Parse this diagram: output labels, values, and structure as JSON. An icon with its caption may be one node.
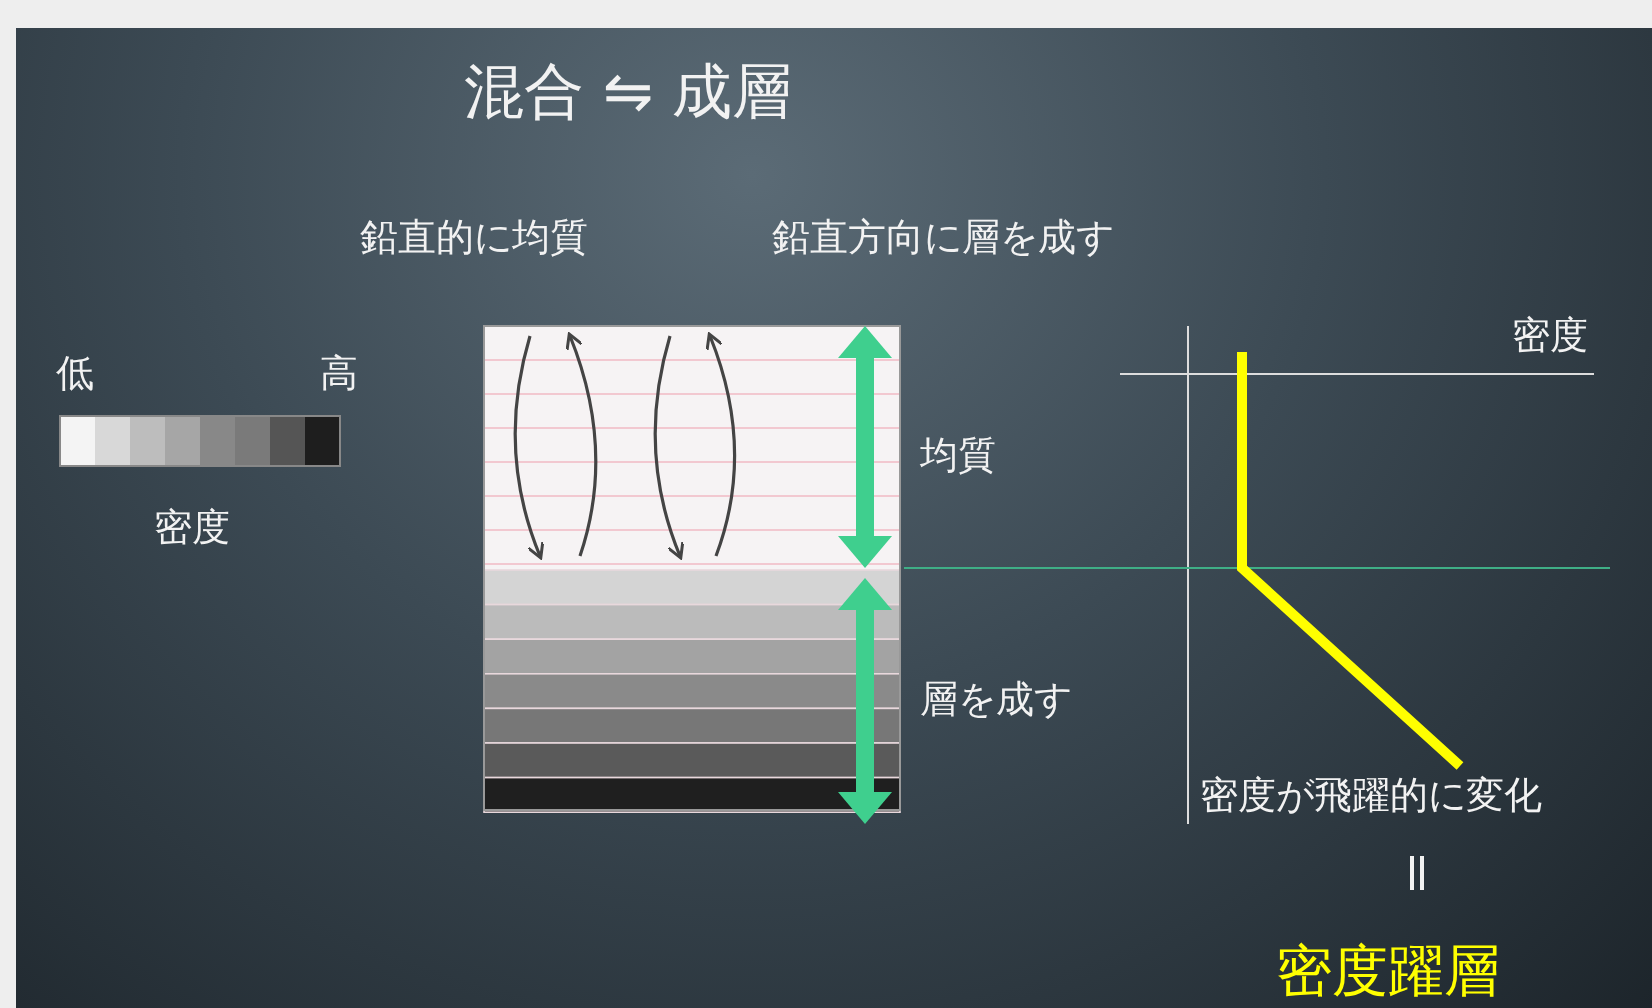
{
  "diagram": {
    "title": "混合 ⇋ 成層",
    "labels": [
      "鉛直的に均質",
      "鉛直方向に層を成す",
      "低",
      "高",
      "密度",
      "均質",
      "層を成す",
      "密度",
      "密度が飛躍的に変化",
      "密度躍層"
    ]
  }
}
